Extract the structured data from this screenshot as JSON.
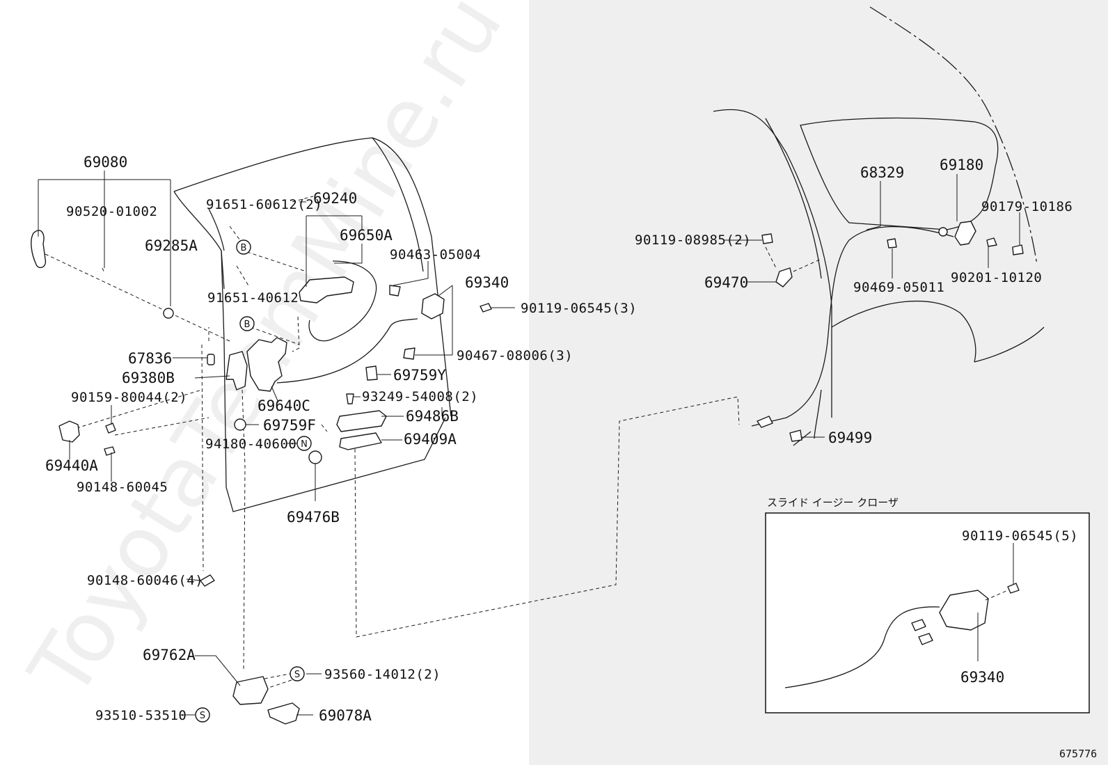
{
  "watermark": "ToyotaTeamMine.ru",
  "figure_number": "675776",
  "inset_title": "スライド イージー クローザ",
  "labels": {
    "p69080": "69080",
    "p90520": "90520-01002",
    "p69285A": "69285A",
    "p91651_60612": "91651-60612(2)",
    "p69240": "69240",
    "p69650A": "69650A",
    "p90463": "90463-05004",
    "p69340": "69340",
    "p91651_40612": "91651-40612",
    "p90119_06545_3": "90119-06545(3)",
    "p67836": "67836",
    "p69380B": "69380B",
    "p90467": "90467-08006(3)",
    "p69759Y": "69759Y",
    "p90159": "90159-80044(2)",
    "p69640C": "69640C",
    "p93249": "93249-54008(2)",
    "p69486B": "69486B",
    "p69759F": "69759F",
    "p94180": "94180-40600",
    "p69409A": "69409A",
    "p69440A": "69440A",
    "p90148_60045": "90148-60045",
    "p69476B": "69476B",
    "p90148_60046": "90148-60046(4)",
    "p69762A": "69762A",
    "p93560": "93560-14012(2)",
    "p93510": "93510-53510",
    "p69078A": "69078A",
    "p68329": "68329",
    "p69180": "69180",
    "p90179": "90179-10186",
    "p90119_08985": "90119-08985(2)",
    "p69470": "69470",
    "p90469": "90469-05011",
    "p90201": "90201-10120",
    "p69499": "69499",
    "p90119_06545_5": "90119-06545(5)",
    "p69340_inset": "69340"
  },
  "badges": {
    "b1": "B",
    "b2": "B",
    "n1": "N",
    "s1": "S",
    "s2": "S"
  }
}
